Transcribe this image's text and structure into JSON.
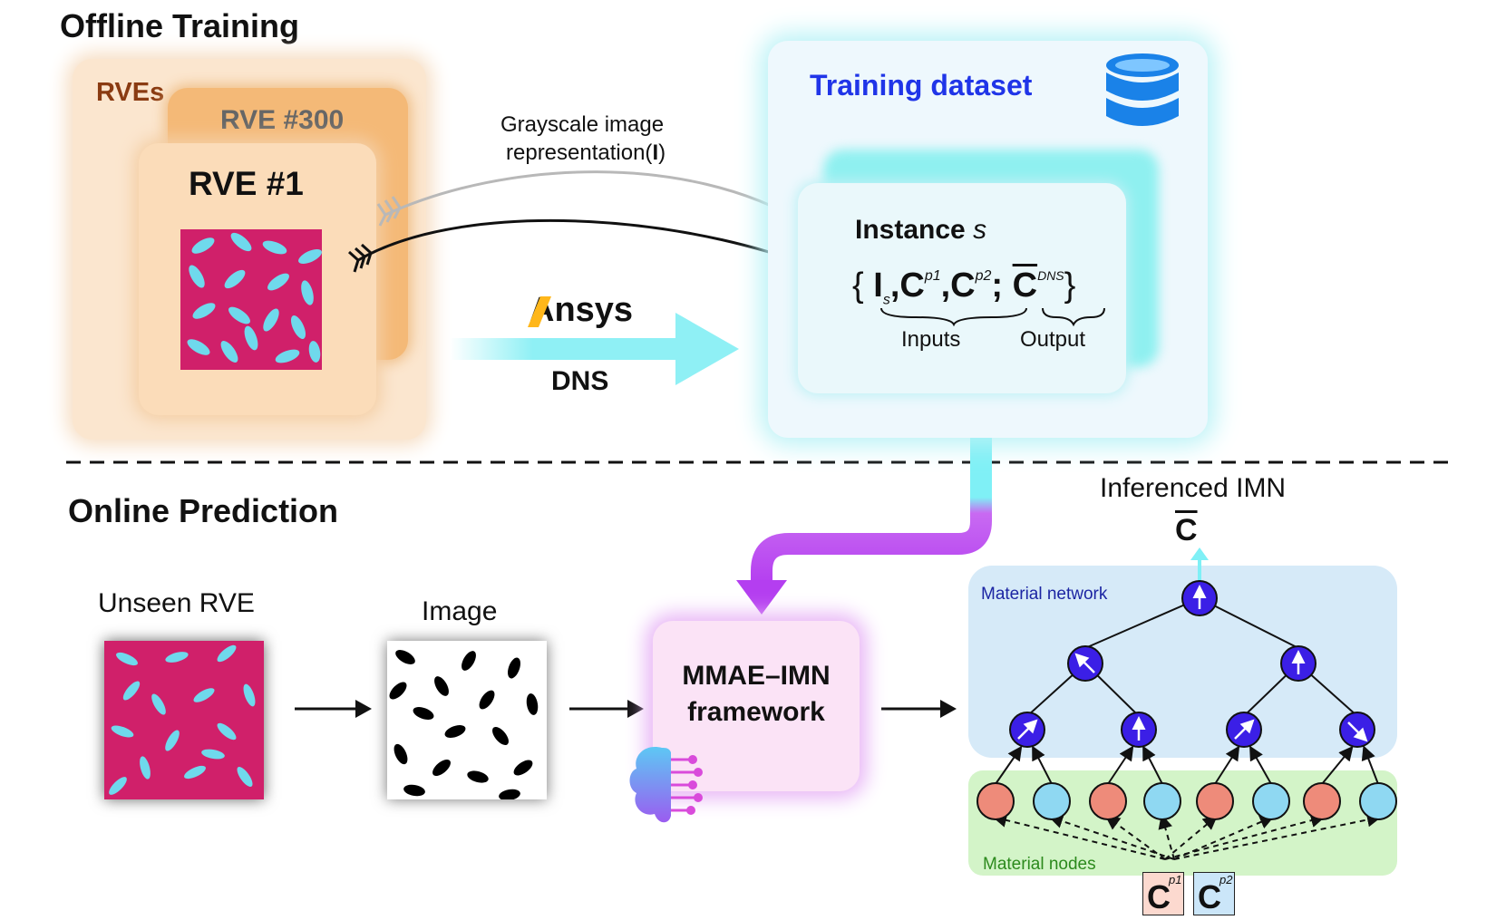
{
  "sections": {
    "offline_title": "Offline Training",
    "online_title": "Online Prediction"
  },
  "offline": {
    "rves_label": "RVEs",
    "rve300_label": "RVE #300",
    "rve1_label": "RVE #1",
    "arrow_label_line1": "Grayscale image",
    "arrow_label_line2": "representation(",
    "arrow_label_bold": "I",
    "arrow_label_close": ")",
    "ansys_logo": "Ansys",
    "dns_label": "DNS",
    "training_dataset_label": "Training dataset",
    "instance_label": "Instance",
    "instance_var": "s",
    "inputs_label": "Inputs",
    "output_label": "Output",
    "superscript_p1": "p1",
    "superscript_p2": "p2",
    "superscript_dns": "DNS",
    "subscript_s": "s"
  },
  "online": {
    "unseen_label": "Unseen RVE",
    "image_label": "Image",
    "framework_line1": "MMAE–IMN",
    "framework_line2": "framework",
    "inferenced_label": "Inferenced IMN",
    "c_bar": "C",
    "material_network_label": "Material network",
    "material_nodes_label": "Material nodes",
    "cp1_label": "C",
    "cp1_sup": "p1",
    "cp2_label": "C",
    "cp2_sup": "p2"
  },
  "colors": {
    "rve_matrix": "#d0206a",
    "rve_fiber": "#6fd9ec",
    "training_title": "#2035e8",
    "network_node": "#3b1fe6",
    "leaf_red": "#ee8b7a",
    "leaf_blue": "#8fd8f2"
  }
}
